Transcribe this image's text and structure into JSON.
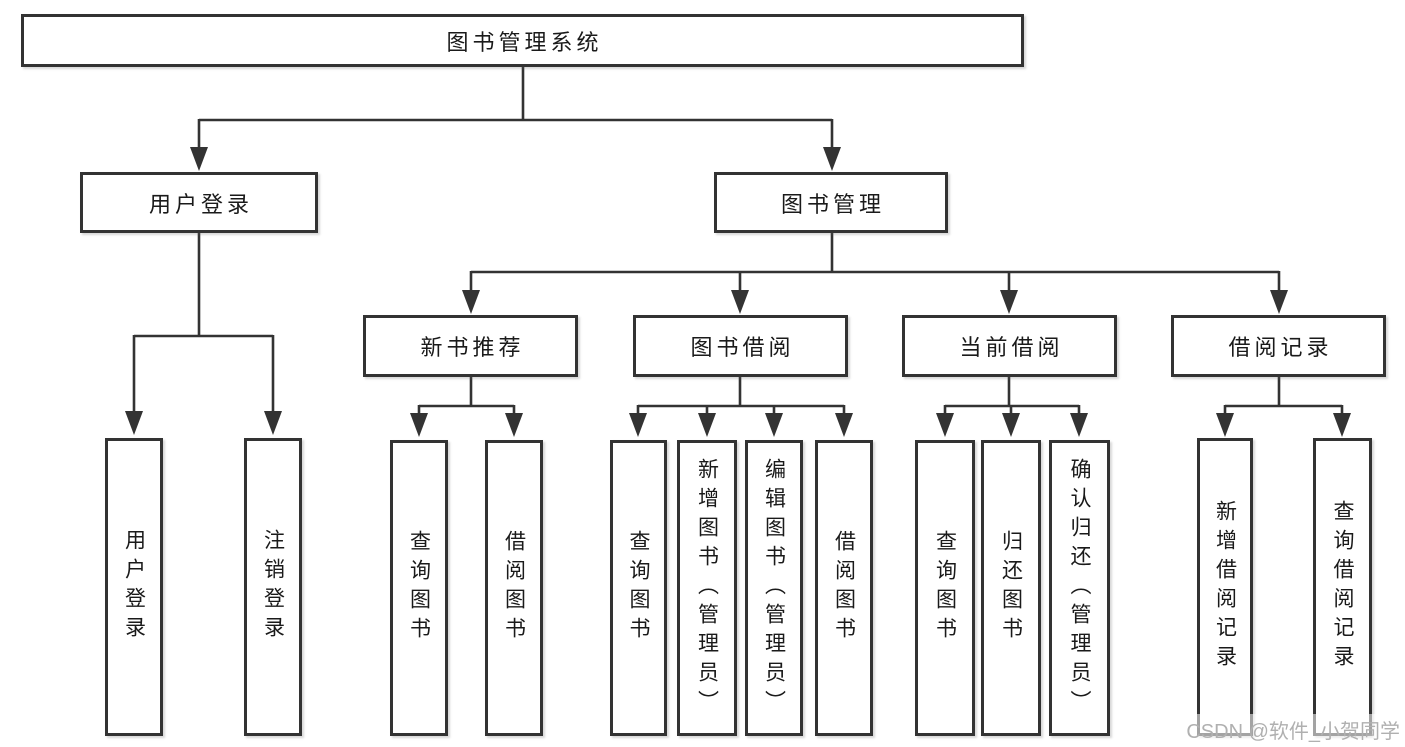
{
  "diagram": {
    "title_node": "图书管理系统",
    "level2": {
      "user_login": "用户登录",
      "book_mgmt": "图书管理"
    },
    "level3": {
      "new_book_rec": "新书推荐",
      "book_borrow": "图书借阅",
      "current_borrow": "当前借阅",
      "borrow_records": "借阅记录"
    },
    "leaves": {
      "user_login_leaf": "用户登录",
      "logout_leaf": "注销登录",
      "rec_query_books": "查询图书",
      "rec_borrow_books": "借阅图书",
      "bb_query_books": "查询图书",
      "bb_add_books": "新增图书（管理员）",
      "bb_edit_books": "编辑图书（管理员）",
      "bb_borrow_books": "借阅图书",
      "cb_query_books": "查询图书",
      "cb_return_books": "归还图书",
      "cb_confirm_return": "确认归还（管理员）",
      "br_add_record": "新增借阅记录",
      "br_query_record": "查询借阅记录"
    },
    "colors": {
      "line": "#333333",
      "text": "#1a1a1a",
      "watermark": "#b0b0b0",
      "background": "#ffffff"
    }
  },
  "watermark": "CSDN @软件_小贺同学"
}
